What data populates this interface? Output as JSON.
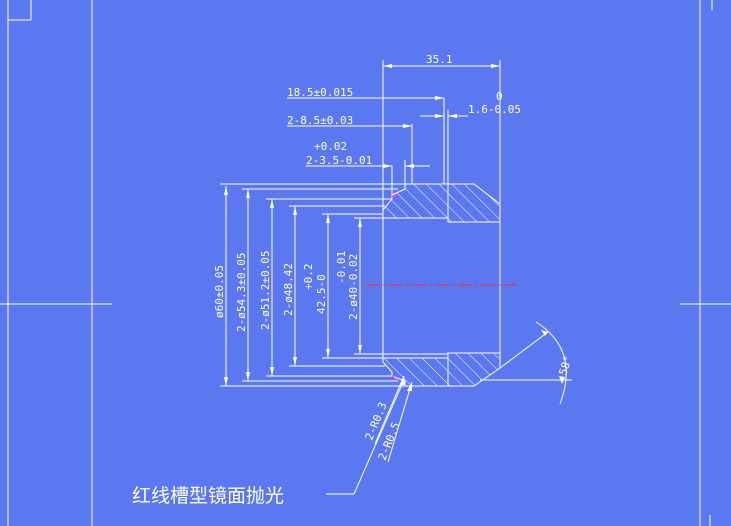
{
  "colors": {
    "background": "#5b78f0",
    "line": "#ffffff",
    "centerline": "#ff2a2a",
    "highlight": "#ff40ff"
  },
  "dims": {
    "len_35_1": "35.1",
    "len_18_5": "18.5±0.015",
    "tol_0": "0",
    "len_1_6": "1.6-0.05",
    "len_8_5": "2-8.5±0.03",
    "tol_002": "+0.02",
    "len_3_5": "2-3.5-0.01",
    "d60": "ø60±0.05",
    "d54": "2-ø54.3±0.05",
    "d51": "2-ø51.2±0.05",
    "d48": "2-ø48.42",
    "d42_tol": "+0.2",
    "d42": "42.5-0",
    "d40_tol": "-0.01",
    "d40": "2-ø40-0.02",
    "angle": "58°",
    "r1": "2-R0.3",
    "r2": "2-R0.5"
  },
  "note": "红线槽型镜面抛光"
}
